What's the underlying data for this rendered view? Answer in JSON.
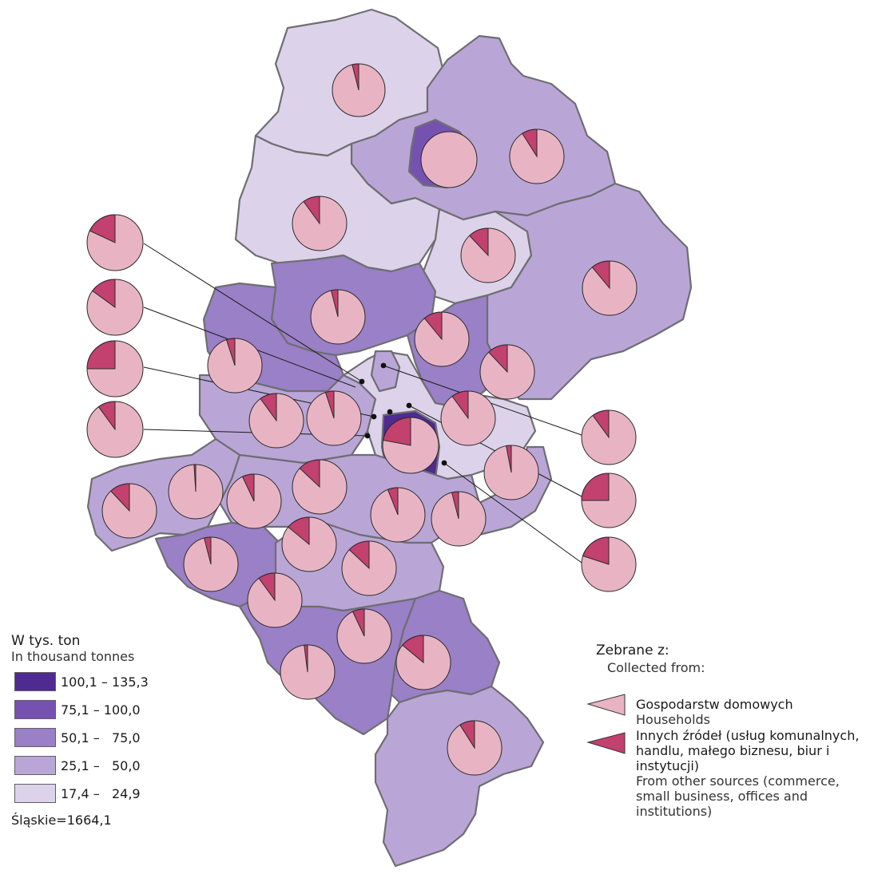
{
  "legend": {
    "title_pl": "W tys. ton",
    "title_en": "In thousand tonnes",
    "classes": [
      {
        "label": "100,1 – 135,3",
        "color": "#4e2a91"
      },
      {
        "label": "75,1 – 100,0",
        "color": "#7652b0"
      },
      {
        "label": "50,1 –   75,0",
        "color": "#9a80c6"
      },
      {
        "label": "25,1 –   50,0",
        "color": "#b9a6d7"
      },
      {
        "label": "17,4 –   24,9",
        "color": "#dcd3ea"
      }
    ],
    "total": "Śląskie=1664,1"
  },
  "sources": {
    "title_pl": "Zebrane z:",
    "title_en": "Collected from:",
    "households_pl": "Gospodarstw domowych",
    "households_en": "Households",
    "households_color": "#e8b4c4",
    "other_pl": "Innych źródeł (usług komunalnych, handlu, małego biznesu, biur i instytucji)",
    "other_en": "From other sources (commerce, small business, offices and institutions)",
    "other_color": "#c2416e"
  },
  "regions": [
    {
      "id": "czestochowski-n",
      "class": 4
    },
    {
      "id": "czestochowa-city",
      "class": 1
    },
    {
      "id": "myszkowski-e",
      "class": 3
    },
    {
      "id": "klobucki",
      "class": 4
    },
    {
      "id": "myszkowski",
      "class": 4
    },
    {
      "id": "zawiercianski",
      "class": 3
    },
    {
      "id": "lubliniecki",
      "class": 2
    },
    {
      "id": "tarnogorski",
      "class": 2
    },
    {
      "id": "gliwicki",
      "class": 3
    },
    {
      "id": "bedzinski",
      "class": 2
    },
    {
      "id": "racibórz",
      "class": 3
    },
    {
      "id": "rybnicki",
      "class": 3
    },
    {
      "id": "wodzislawski",
      "class": 2
    },
    {
      "id": "mikolowski",
      "class": 3
    },
    {
      "id": "pszczynski",
      "class": 3
    },
    {
      "id": "bielski",
      "class": 2
    },
    {
      "id": "cieszynski",
      "class": 2
    },
    {
      "id": "zywiecki",
      "class": 3
    },
    {
      "id": "katowice-city",
      "class": 0
    },
    {
      "id": "bierun",
      "class": 3
    }
  ],
  "pies": [
    {
      "name": "czestochowski-n",
      "other_share": 0.04
    },
    {
      "name": "czestochowa",
      "other_share": 0.0
    },
    {
      "name": "myszkowski",
      "other_share": 0.09
    },
    {
      "name": "klobucki",
      "other_share": 0.1
    },
    {
      "name": "zawiercianski-a",
      "other_share": 0.12
    },
    {
      "name": "zawiercianski-b",
      "other_share": 0.11
    },
    {
      "name": "lubliniecki",
      "other_share": 0.04
    },
    {
      "name": "tarnogorski",
      "other_share": 0.11
    },
    {
      "name": "bedzinski",
      "other_share": 0.12
    },
    {
      "name": "gliwicki",
      "other_share": 0.05
    },
    {
      "name": "callout-1",
      "other_share": 0.18
    },
    {
      "name": "callout-2",
      "other_share": 0.15
    },
    {
      "name": "callout-3",
      "other_share": 0.25
    },
    {
      "name": "callout-4",
      "other_share": 0.1
    },
    {
      "name": "gliwice",
      "other_share": 0.1
    },
    {
      "name": "zabrze",
      "other_share": 0.05
    },
    {
      "name": "katowice",
      "other_share": 0.22
    },
    {
      "name": "sosnowiec",
      "other_share": 0.1
    },
    {
      "name": "dabrowa",
      "other_share": 0.03
    },
    {
      "name": "callout-5",
      "other_share": 0.1
    },
    {
      "name": "callout-6",
      "other_share": 0.25
    },
    {
      "name": "callout-7",
      "other_share": 0.2
    },
    {
      "name": "raciborski",
      "other_share": 0.12
    },
    {
      "name": "rybnik",
      "other_share": 0.01
    },
    {
      "name": "rybnicki",
      "other_share": 0.07
    },
    {
      "name": "mikolowski",
      "other_share": 0.13
    },
    {
      "name": "tychy",
      "other_share": 0.06
    },
    {
      "name": "bierunsko",
      "other_share": 0.04
    },
    {
      "name": "zory",
      "other_share": 0.14
    },
    {
      "name": "wodzislawski",
      "other_share": 0.04
    },
    {
      "name": "pszczynski",
      "other_share": 0.13
    },
    {
      "name": "jastrzebie",
      "other_share": 0.1
    },
    {
      "name": "bielsko",
      "other_share": 0.07
    },
    {
      "name": "cieszynski",
      "other_share": 0.14
    },
    {
      "name": "bielski",
      "other_share": 0.02
    },
    {
      "name": "zywiecki",
      "other_share": 0.09
    }
  ]
}
